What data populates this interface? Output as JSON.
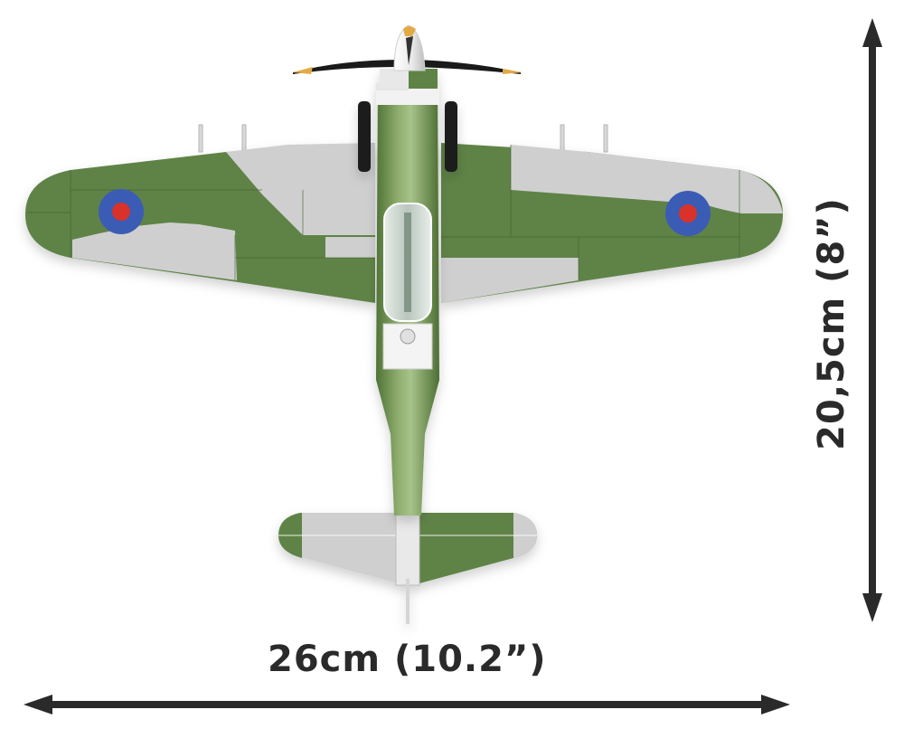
{
  "product": {
    "subject": "WWII fighter aircraft brick model, top view",
    "colors": {
      "camo_green": "#5f8346",
      "camo_grey": "#cfcfd0",
      "fuselage_green": "#6f9150",
      "roundel_blue": "#3b5bb5",
      "roundel_red": "#d8312a",
      "propeller_black": "#1a1a1a",
      "propeller_tip": "#e2aa45",
      "arrow_color": "#2a2a2a"
    }
  },
  "dimensions": {
    "width_label": "26cm (10.2”)",
    "height_label": "20,5cm (8”)"
  },
  "icons": {
    "width_arrow": "double-headed-horizontal-arrow",
    "height_arrow": "double-headed-vertical-arrow",
    "roundel_left": "raf-roundel",
    "roundel_right": "raf-roundel"
  }
}
